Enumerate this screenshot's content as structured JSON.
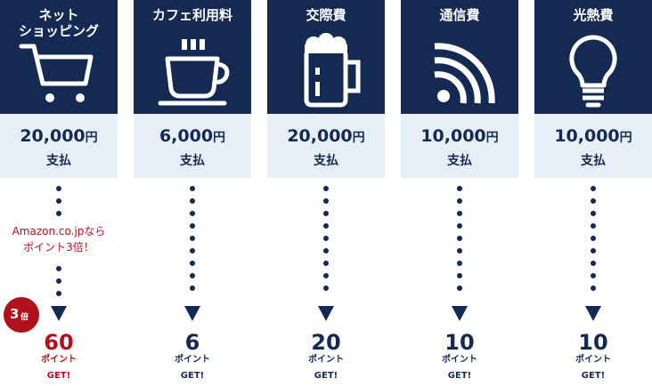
{
  "columns": [
    {
      "title": "ネット\nショッピング",
      "icon": "shopping-cart-icon",
      "amount": "20,000",
      "yen": "円",
      "pay_label": "支払",
      "note": "Amazon.co.jpなら\nポイント3倍！",
      "badge_num": "3",
      "badge_suffix": "倍",
      "points": "60",
      "points_label": "ポイント",
      "get": "GET!"
    },
    {
      "title": "カフェ利用料",
      "icon": "coffee-cup-icon",
      "amount": "6,000",
      "yen": "円",
      "pay_label": "支払",
      "points": "6",
      "points_label": "ポイント",
      "get": "GET!"
    },
    {
      "title": "交際費",
      "icon": "beer-mug-icon",
      "amount": "20,000",
      "yen": "円",
      "pay_label": "支払",
      "points": "20",
      "points_label": "ポイント",
      "get": "GET!"
    },
    {
      "title": "通信費",
      "icon": "wifi-signal-icon",
      "amount": "10,000",
      "yen": "円",
      "pay_label": "支払",
      "points": "10",
      "points_label": "ポイント",
      "get": "GET!"
    },
    {
      "title": "光熱費",
      "icon": "light-bulb-icon",
      "amount": "10,000",
      "yen": "円",
      "pay_label": "支払",
      "points": "10",
      "points_label": "ポイント",
      "get": "GET!"
    }
  ],
  "colors": {
    "navy": "#142a52",
    "light_blue": "#e6eef7",
    "red": "#b0101a"
  }
}
